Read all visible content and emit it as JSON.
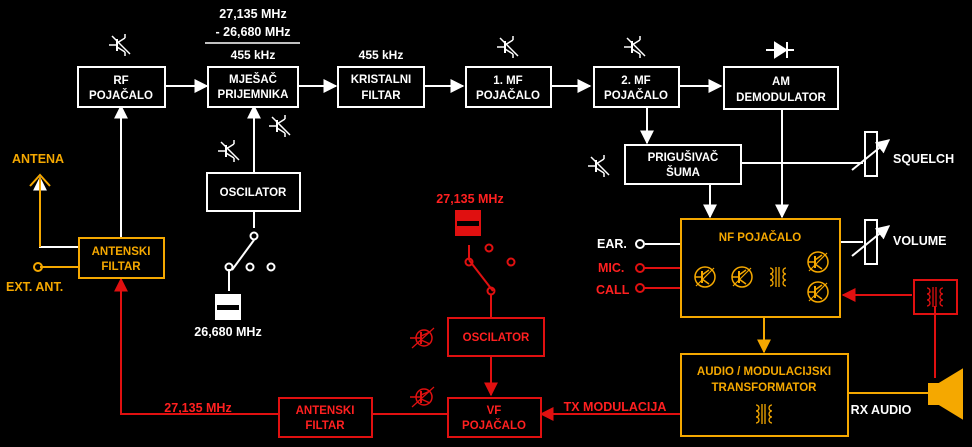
{
  "colors": {
    "rx": "#ffffff",
    "tx": "#e01010",
    "tx_text": "#ff2020",
    "nf": "#f5a800",
    "bg": "#000000"
  },
  "blocks": {
    "rf_amp": [
      "RF",
      "POJAČALO"
    ],
    "mixer": [
      "MJEŠAČ",
      "PRIJEMNIKA"
    ],
    "crystal_filter": [
      "KRISTALNI",
      "FILTAR"
    ],
    "if1": [
      "1. MF",
      "POJAČALO"
    ],
    "if2": [
      "2. MF",
      "POJAČALO"
    ],
    "am_demod": [
      "AM",
      "DEMODULATOR"
    ],
    "squelch_block": [
      "PRIGUŠIVAČ",
      "ŠUMA"
    ],
    "rx_oscillator": "OSCILATOR",
    "rx_antenna_filter": [
      "ANTENSKI",
      "FILTAR"
    ],
    "nf_amp": "NF POJAČALO",
    "audio_transformer": [
      "AUDIO / MODULACIJSKI",
      "TRANSFORMATOR"
    ],
    "tx_oscillator": "OSCILATOR",
    "rf_power_amp": [
      "VF",
      "POJAČALO"
    ],
    "tx_antenna_filter": [
      "ANTENSKI",
      "FILTAR"
    ]
  },
  "labels": {
    "mixer_freq_1": "27,135 MHz",
    "mixer_freq_2": "- 26,680 MHz",
    "mixer_if": "455 kHz",
    "filter_if": "455 kHz",
    "antenna": "ANTENA",
    "ext_antenna": "EXT. ANT.",
    "rx_crystal": "26,680 MHz",
    "tx_crystal": "27,135 MHz",
    "tx_feed_freq": "27,135 MHz",
    "squelch": "SQUELCH",
    "volume": "VOLUME",
    "ear": "EAR.",
    "mic": "MIC.",
    "call": "CALL",
    "tx_modulation": "TX MODULACIJA",
    "rx_audio": "RX AUDIO"
  }
}
